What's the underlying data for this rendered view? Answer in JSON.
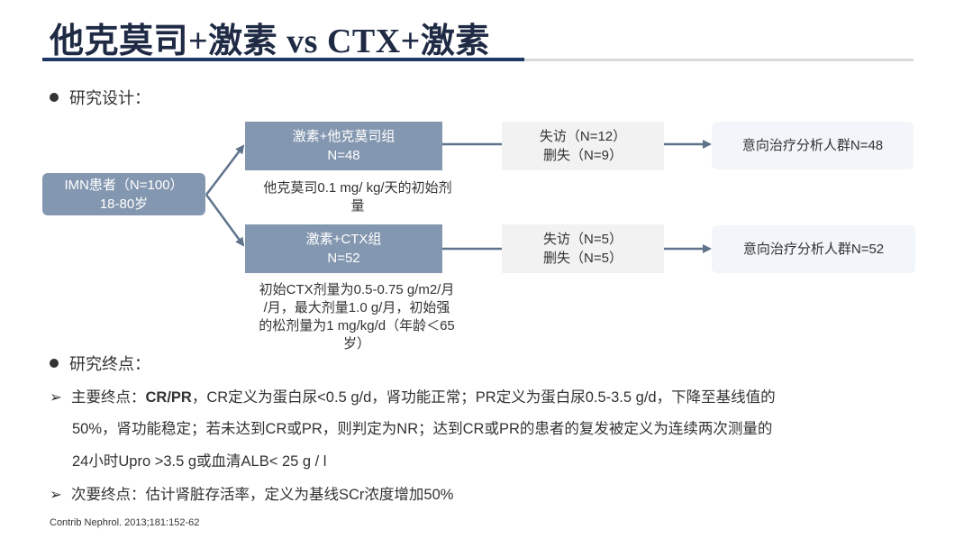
{
  "slide": {
    "title": "他克莫司+激素 vs CTX+激素"
  },
  "design": {
    "heading": "研究设计：",
    "root": {
      "line1": "IMN患者（N=100）",
      "line2": "18-80岁"
    },
    "arm1": {
      "box": {
        "line1": "激素+他克莫司组",
        "line2": "N=48"
      },
      "note": [
        "他克莫司0.1 mg/ kg/天的初始剂",
        "量"
      ],
      "loss": {
        "line1": "失访（N=12）",
        "line2": "删失（N=9）"
      },
      "itt": "意向治疗分析人群N=48"
    },
    "arm2": {
      "box": {
        "line1": "激素+CTX组",
        "line2": "N=52"
      },
      "note": [
        "初始CTX剂量为0.5-0.75 g/m2/月",
        "/月，最大剂量1.0 g/月，初始强",
        "的松剂量为1 mg/kg/d（年龄＜65",
        "岁）"
      ],
      "loss": {
        "line1": "失访（N=5）",
        "line2": "删失（N=5）"
      },
      "itt": "意向治疗分析人群N=52"
    }
  },
  "endpoints": {
    "heading": "研究终点：",
    "primary": {
      "label": "主要终点：",
      "bold": "CR/PR",
      "line1": "，CR定义为蛋白尿<0.5 g/d，肾功能正常；PR定义为蛋白尿0.5-3.5 g/d，下降至基线值的",
      "line2": "50%，肾功能稳定；若未达到CR或PR，则判定为NR；达到CR或PR的患者的复发被定义为连续两次测量的",
      "line3": "24小时Upro >3.5 g或血清ALB< 25 g / l"
    },
    "secondary": {
      "label": "次要终点：",
      "text": "估计肾脏存活率，定义为基线SCr浓度增加50%"
    }
  },
  "citation": "Contrib Nephrol. 2013;181:152-62",
  "colors": {
    "title": "#1f2a44",
    "rule_dark": "#1f3864",
    "box_blue": "#8497b0",
    "box_gray": "#f2f2f2",
    "box_light": "#f2f5f9",
    "connector": "#5f738c"
  },
  "icons": {
    "bullet": "filled-circle",
    "endpoint_marker": "right-arrowhead"
  }
}
